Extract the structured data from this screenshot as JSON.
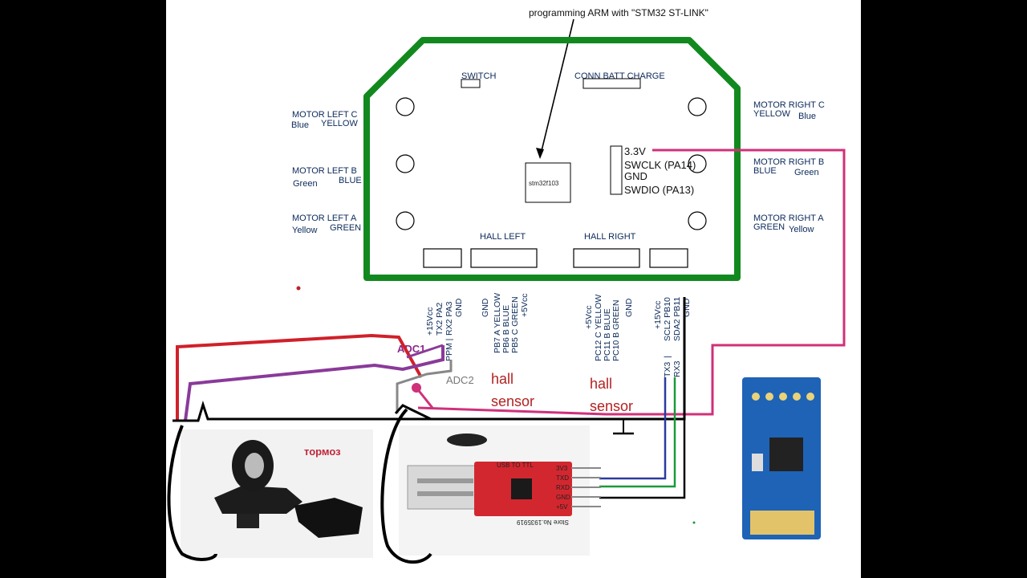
{
  "title": "programming ARM with \"STM32 ST-LINK\"",
  "board": {
    "switch": "SWITCH",
    "conn_batt_charge": "CONN BATT CHARGE",
    "mcu": "stm32f103",
    "hall_left": "HALL LEFT",
    "hall_right": "HALL RIGHT",
    "swd_pins": [
      "3.3V",
      "SWCLK (PA14)",
      "GND",
      "SWDIO (PA13)"
    ]
  },
  "motor_left": {
    "c": {
      "name": "MOTOR LEFT C",
      "wire": "Blue",
      "color": "YELLOW"
    },
    "b": {
      "name": "MOTOR LEFT B",
      "wire": "Green",
      "color": "BLUE"
    },
    "a": {
      "name": "MOTOR LEFT A",
      "wire": "Yellow",
      "color": "GREEN"
    }
  },
  "motor_right": {
    "c": {
      "name": "MOTOR RIGHT C",
      "wire": "Blue",
      "color": "YELLOW"
    },
    "b": {
      "name": "MOTOR RIGHT B",
      "wire": "Green",
      "color": "BLUE"
    },
    "a": {
      "name": "MOTOR RIGHT A",
      "wire": "Yellow",
      "color": "GREEN"
    }
  },
  "connector_pins": {
    "left_adc": [
      "+15Vcc",
      "TX2 PA2",
      "RX2 PA3",
      "GND"
    ],
    "left_adc_ppm": "PPM |",
    "hall_left": [
      "GND",
      "PB7 A YELLOW",
      "PB6 B BLUE",
      "PB5 C GREEN",
      "+5Vcc"
    ],
    "hall_right": [
      "+5Vcc",
      "PC12 C YELLOW",
      "PC11 B BLUE",
      "PC10 B GREEN",
      "GND"
    ],
    "right_uart": [
      "+15Vcc",
      "SCL2 PB10",
      "SDA2 PB11",
      "GND"
    ],
    "right_uart_sep": "|",
    "right_uart_tx_rx": [
      "TX3",
      "RX3"
    ]
  },
  "annotations": {
    "adc1": "ADC1",
    "adc2": "ADC2",
    "hall_sensor_1": [
      "hall",
      "sensor"
    ],
    "hall_sensor_2": [
      "hall",
      "sensor"
    ],
    "brake": "тормоз"
  },
  "usb_module": {
    "label": "USB TO TTL",
    "pins": [
      "3V3",
      "TXD",
      "RXD",
      "GND",
      "+5V"
    ],
    "watermark": "Store No.1935919"
  },
  "colors": {
    "board_outline": "#12891f",
    "power_wire": "#d0202a",
    "signal_wire": "#8a3a9a",
    "swd_wire": "#d0307a",
    "ground_wire": "#000000",
    "tx_wire": "#2a3aa0",
    "rx_wire": "#1a9a3a"
  }
}
